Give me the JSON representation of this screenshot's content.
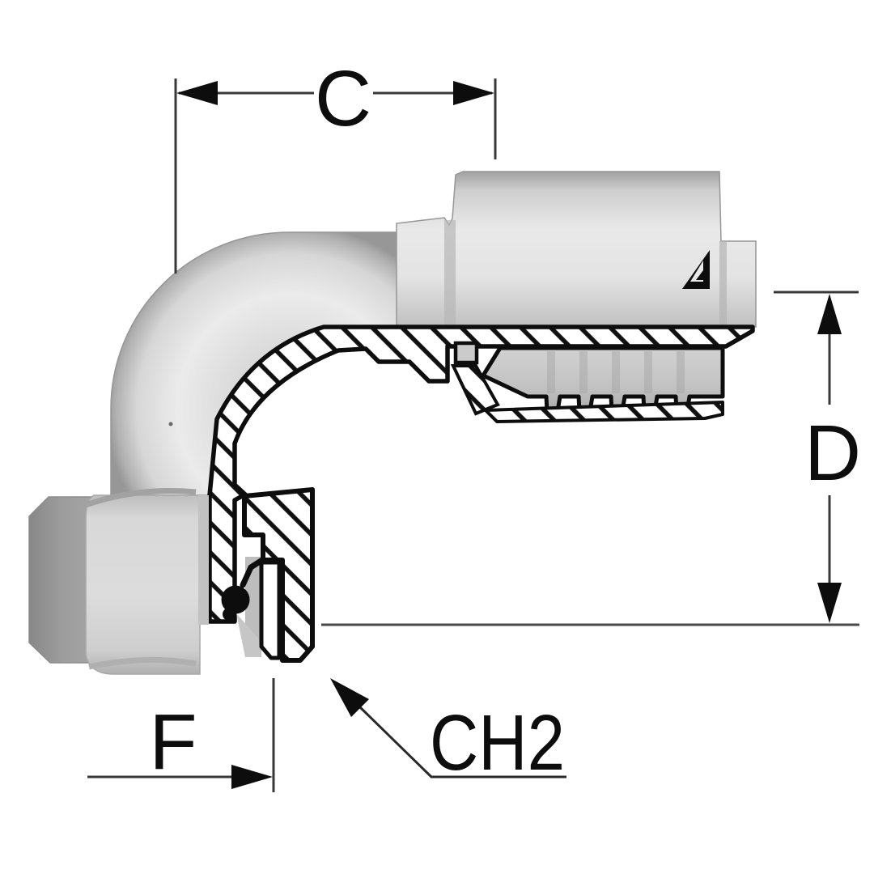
{
  "drawing": {
    "title": "90 degree elbow hose fitting section drawing",
    "labels": {
      "c": "C",
      "d": "D",
      "f": "F",
      "ch2": "CH2"
    },
    "logo_mark": "manufacturer-triangle-logo",
    "colors": {
      "background": "#ffffff",
      "outline": "#0d0d0d",
      "dimension_lines": "#383838",
      "body_light": "#e9e9e9",
      "body_mid": "#cccccc",
      "body_dark": "#9a9a9a"
    }
  }
}
